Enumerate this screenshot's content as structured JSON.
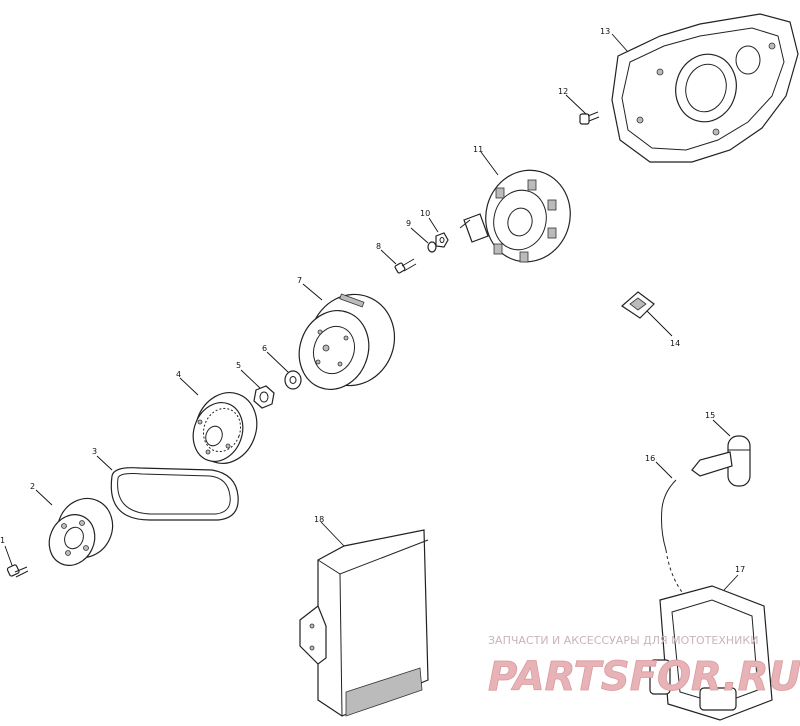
{
  "callouts": [
    "1",
    "2",
    "3",
    "4",
    "5",
    "6",
    "7",
    "8",
    "9",
    "10",
    "11",
    "12",
    "13",
    "14",
    "15",
    "16",
    "17",
    "18"
  ],
  "watermark": {
    "tagline": "ЗАПЧАСТИ И АКСЕССУАРЫ ДЛЯ МОТОТЕХНИКИ",
    "brand": "PARTSFOR.RU"
  }
}
